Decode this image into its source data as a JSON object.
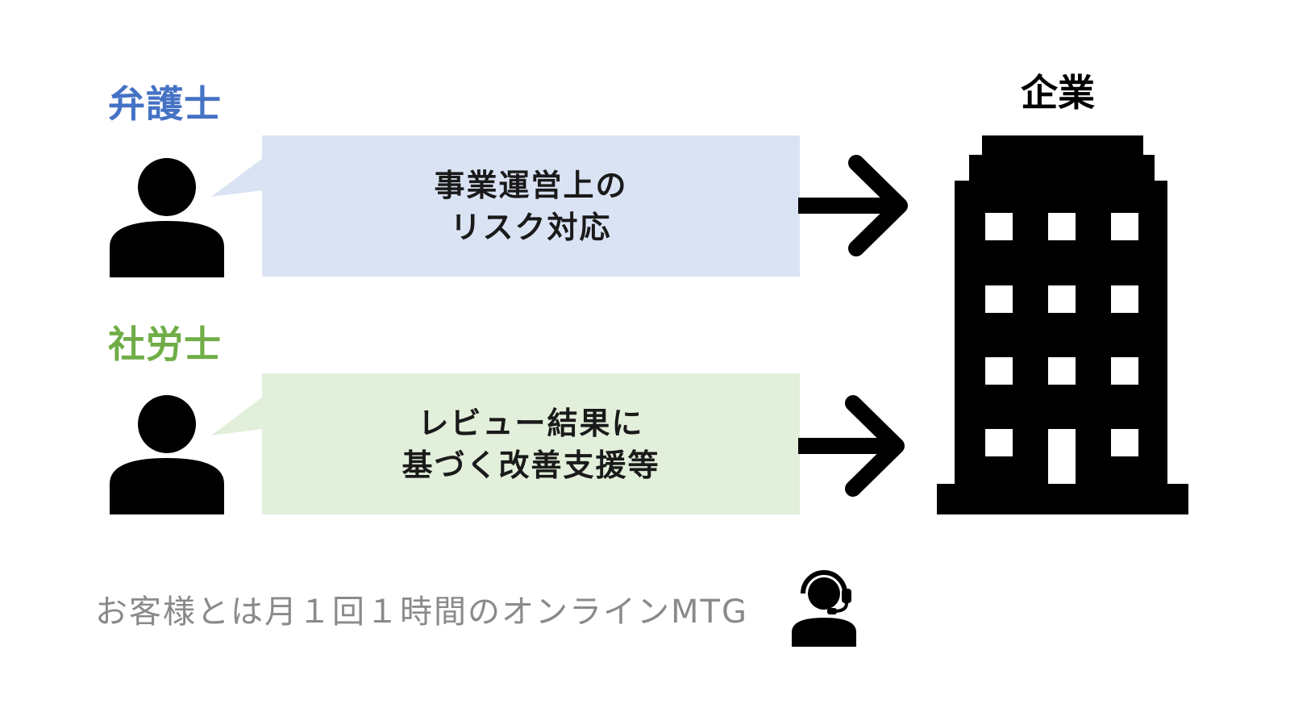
{
  "lawyer": {
    "label": "弁護士",
    "label_color": "#4472C4",
    "bubble_color": "#DAE3F3",
    "lines": [
      "事業運営上の",
      "リスク対応"
    ]
  },
  "labor_consultant": {
    "label": "社労士",
    "label_color": "#70AD47",
    "bubble_color": "#E2EFDA",
    "lines": [
      "レビュー結果に",
      "基づく改善支援等"
    ]
  },
  "company": {
    "label": "企業"
  },
  "footer": {
    "text": "お客様とは月１回１時間のオンラインMTG",
    "text_color": "#8A8A8A"
  },
  "icons": [
    "person-icon",
    "person-icon",
    "arrow-right-icon",
    "arrow-right-icon",
    "office-building-icon",
    "headset-support-icon"
  ]
}
